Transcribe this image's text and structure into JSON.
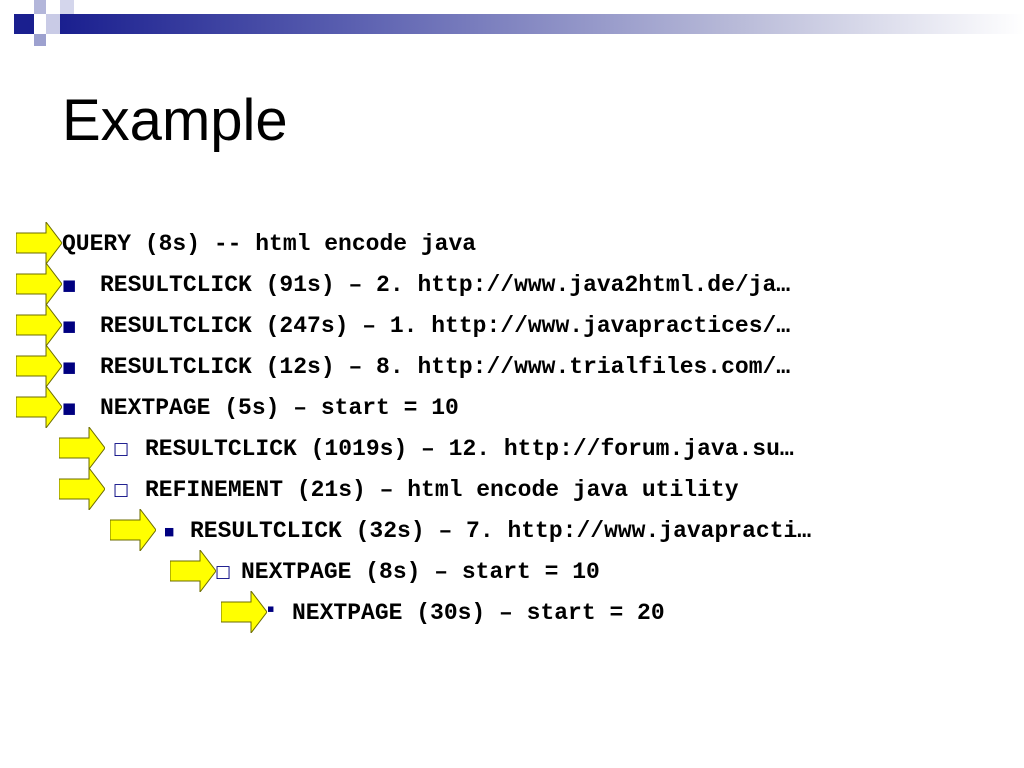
{
  "slide": {
    "title": "Example",
    "colors": {
      "accent": "#1a1f8f",
      "arrow": "#ffff00",
      "bullet": "#000080"
    },
    "lines": [
      {
        "text": "QUERY (8s) -- html encode java",
        "bullet": ""
      },
      {
        "text": "RESULTCLICK (91s) – 2. http://www.java2html.de/ja…",
        "bullet": "■"
      },
      {
        "text": "RESULTCLICK (247s) – 1. http://www.javapractices/…",
        "bullet": "■"
      },
      {
        "text": "RESULTCLICK (12s) – 8. http://www.trialfiles.com/…",
        "bullet": "■"
      },
      {
        "text": "NEXTPAGE (5s) – start = 10",
        "bullet": "■"
      },
      {
        "text": "RESULTCLICK (1019s) – 12. http://forum.java.su…",
        "bullet": "□"
      },
      {
        "text": "REFINEMENT (21s) – html encode java utility",
        "bullet": "□"
      },
      {
        "text": "RESULTCLICK (32s) – 7. http://www.javapracti…",
        "bullet": "■"
      },
      {
        "text": "NEXTPAGE (8s) – start = 10",
        "bullet": "□"
      },
      {
        "text": "NEXTPAGE (30s) – start = 20",
        "bullet": "▪"
      }
    ]
  }
}
